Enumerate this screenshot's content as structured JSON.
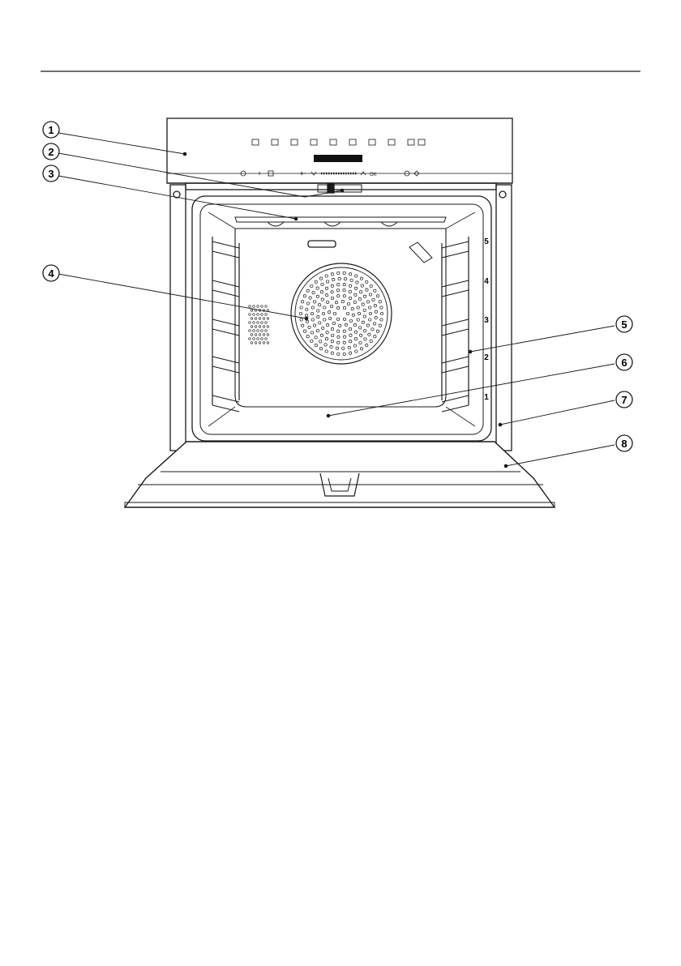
{
  "callouts": [
    {
      "number": "1",
      "target": "control-panel"
    },
    {
      "number": "2",
      "target": "door-lock"
    },
    {
      "number": "3",
      "target": "top-heating-element"
    },
    {
      "number": "4",
      "target": "fan-cover"
    },
    {
      "number": "5",
      "target": "side-runners"
    },
    {
      "number": "6",
      "target": "oven-interior"
    },
    {
      "number": "7",
      "target": "front-frame"
    },
    {
      "number": "8",
      "target": "oven-door"
    }
  ],
  "shelf_levels": [
    "5",
    "4",
    "3",
    "2",
    "1"
  ],
  "colors": {
    "line": "#1a1a1a",
    "fill": "#ffffff",
    "display": "#111111"
  }
}
